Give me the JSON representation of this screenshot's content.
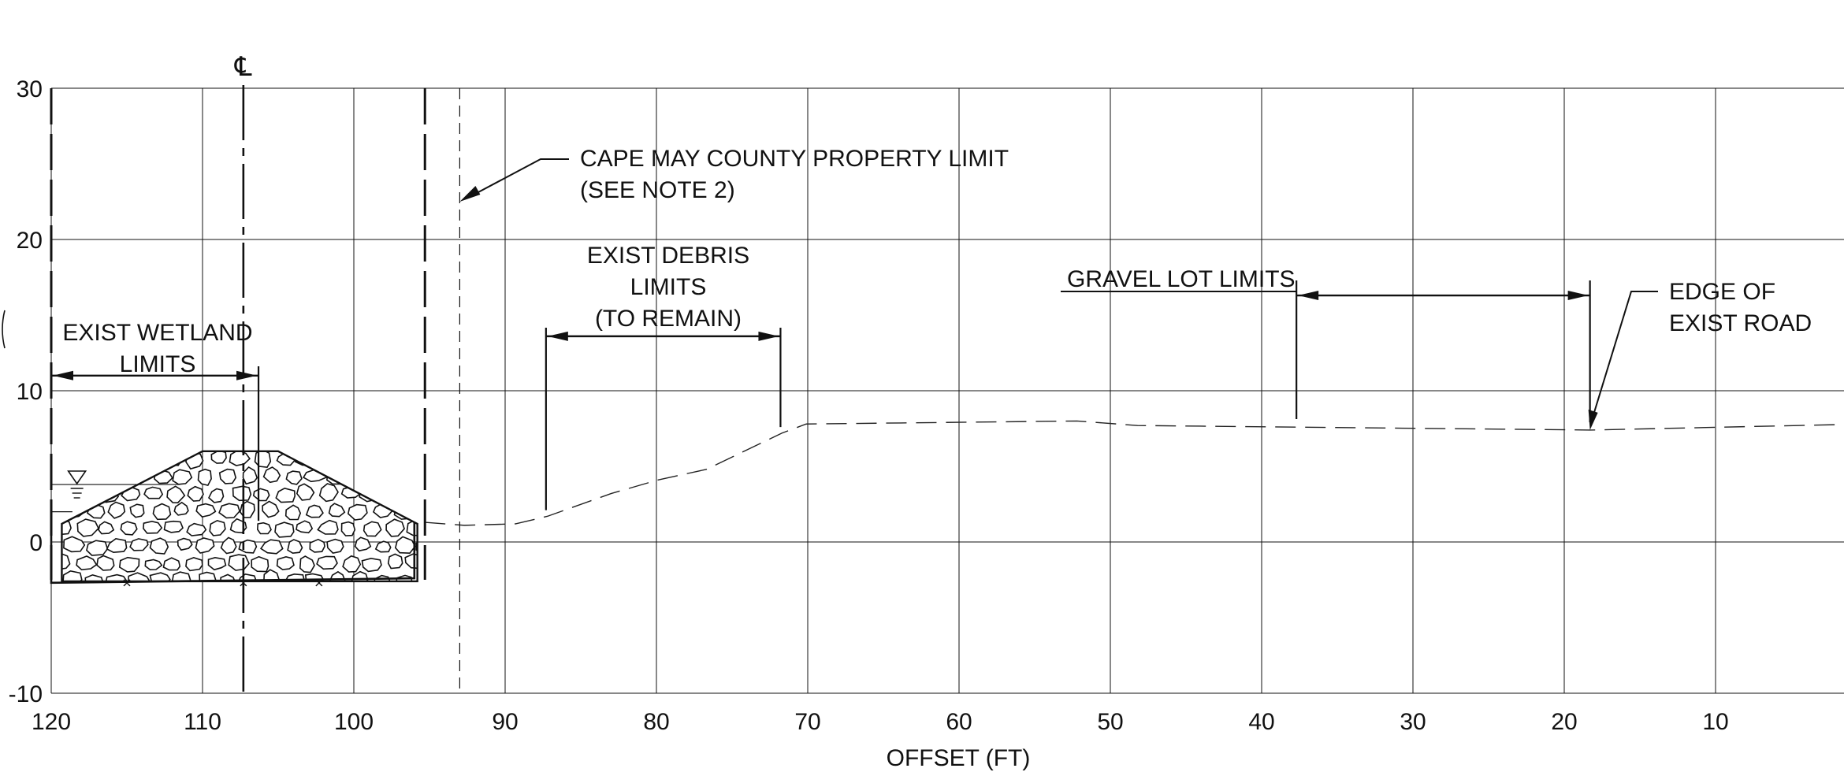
{
  "chart_data": {
    "type": "cross-section",
    "xlabel": "OFFSET (FT)",
    "ylabel": "",
    "x_reversed": true,
    "xlim": [
      120,
      0
    ],
    "ylim": [
      -10,
      30
    ],
    "x_ticks": [
      "120",
      "110",
      "100",
      "90",
      "80",
      "70",
      "60",
      "50",
      "40",
      "30",
      "20",
      "10"
    ],
    "y_ticks": [
      "30",
      "20",
      "10",
      "0",
      "-10"
    ],
    "grid": true,
    "centerline": {
      "label": "℄",
      "offset": 107.3
    },
    "existing_ground": [
      [
        95.3,
        1.3
      ],
      [
        92.7,
        1.1
      ],
      [
        89.3,
        1.2
      ],
      [
        87.2,
        1.7
      ],
      [
        83,
        3.2
      ],
      [
        79.9,
        4.1
      ],
      [
        76.7,
        4.8
      ],
      [
        71.7,
        7.2
      ],
      [
        70.1,
        7.8
      ],
      [
        52.2,
        8.0
      ],
      [
        48.2,
        7.7
      ],
      [
        18.3,
        7.4
      ],
      [
        0,
        7.8
      ]
    ],
    "berm": {
      "top_left": 110,
      "top_right": 105,
      "top_elev": 6.0,
      "toe_left": 119.3,
      "toe_right": 95.8,
      "toe_elev": 1.2,
      "bottom_elev": -2.6,
      "excavation_left_elev": -2.7,
      "excavation_right_elev": -2.4
    },
    "water_surface": {
      "offset": 118.3,
      "elevations": [
        3.8,
        2.0
      ]
    },
    "limit_lines": [
      {
        "offset": 120,
        "style": "long-dash"
      },
      {
        "offset": 95.3,
        "style": "long-dash"
      },
      {
        "offset": 93,
        "style": "short-dash"
      }
    ],
    "annotations": [
      {
        "lines": [
          "CAPE MAY COUNTY PROPERTY LIMIT",
          "(SEE NOTE 2)"
        ],
        "points_to_offset": 93,
        "points_to_elev": 22.5
      },
      {
        "lines": [
          "EXIST WETLAND",
          "LIMITS"
        ],
        "from_offset": 120,
        "to_offset": 106.3,
        "dim_elev": 11.0
      },
      {
        "lines": [
          "EXIST DEBRIS",
          "LIMITS",
          "(TO REMAIN)"
        ],
        "from_offset": 87.3,
        "to_offset": 71.8,
        "dim_elev": 13.6
      },
      {
        "lines": [
          "GRAVEL LOT LIMITS"
        ],
        "from_offset": 37.7,
        "to_offset": 18.3,
        "dim_elev": 16.3
      },
      {
        "lines": [
          "EDGE OF",
          "EXIST ROAD"
        ],
        "points_to_offset": 18.3,
        "points_to_elev": 7.4
      }
    ]
  }
}
